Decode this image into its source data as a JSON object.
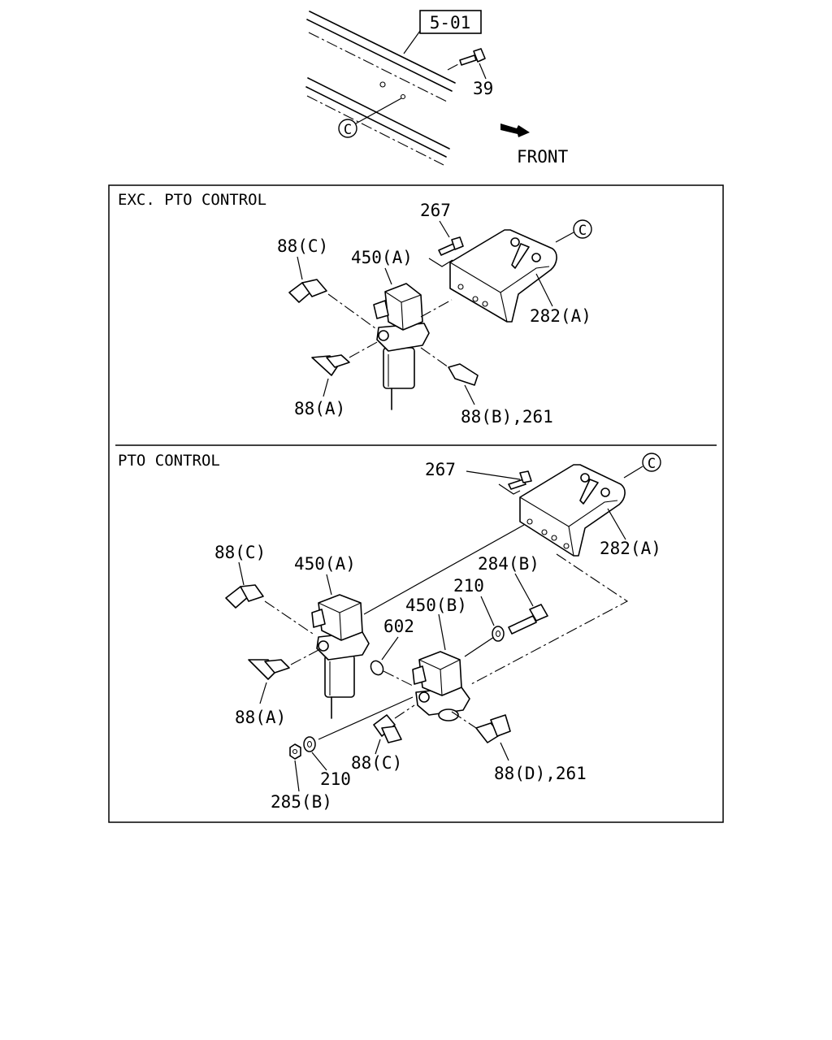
{
  "top": {
    "ref_box": "5-01",
    "bolt_label": "39",
    "c_marker": "C",
    "front_label": "FRONT"
  },
  "panel_exc": {
    "title": "EXC. PTO CONTROL",
    "labels": {
      "bolt": "267",
      "c_marker": "C",
      "connector_c": "88(C)",
      "valve": "450(A)",
      "bracket": "282(A)",
      "connector_a": "88(A)",
      "connector_b": "88(B),261"
    }
  },
  "panel_pto": {
    "title": "PTO CONTROL",
    "labels": {
      "bolt": "267",
      "c_marker": "C",
      "bracket": "282(A)",
      "connector_c_top": "88(C)",
      "valve_a": "450(A)",
      "bolt_b": "284(B)",
      "washer_top": "210",
      "valve_b": "450(B)",
      "oring": "602",
      "connector_a": "88(A)",
      "connector_c_bottom": "88(C)",
      "connector_d": "88(D),261",
      "washer_bottom": "210",
      "nut": "285(B)"
    }
  }
}
